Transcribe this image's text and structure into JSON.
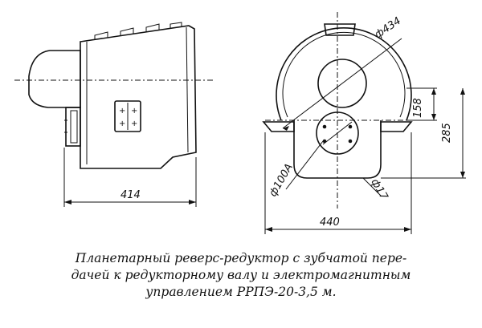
{
  "figure": {
    "dimensions": {
      "side_length": "414",
      "front_width": "440",
      "outer_diameter": "ф434",
      "height_to_axis": "158",
      "total_height": "285",
      "bore_diameter": "ф100А",
      "hole_diameter": "ф17"
    }
  },
  "caption": {
    "line1": "Планетарный  реверс-редуктор с зубчатой пере-",
    "line2": "дачей к редукторному валу и электромагнитным",
    "line3": "управлением РРПЭ-20-3,5 м."
  }
}
